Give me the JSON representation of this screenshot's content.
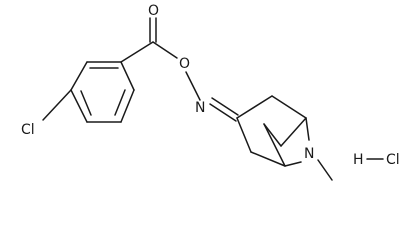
{
  "molecule": {
    "atom_labels": {
      "chlorine": "Cl",
      "carbonyl_oxygen": "O",
      "ester_oxygen": "O",
      "oxime_nitrogen": "N",
      "bridge_nitrogen": "N",
      "hydrogen": "H",
      "hcl_chlorine": "Cl"
    }
  }
}
